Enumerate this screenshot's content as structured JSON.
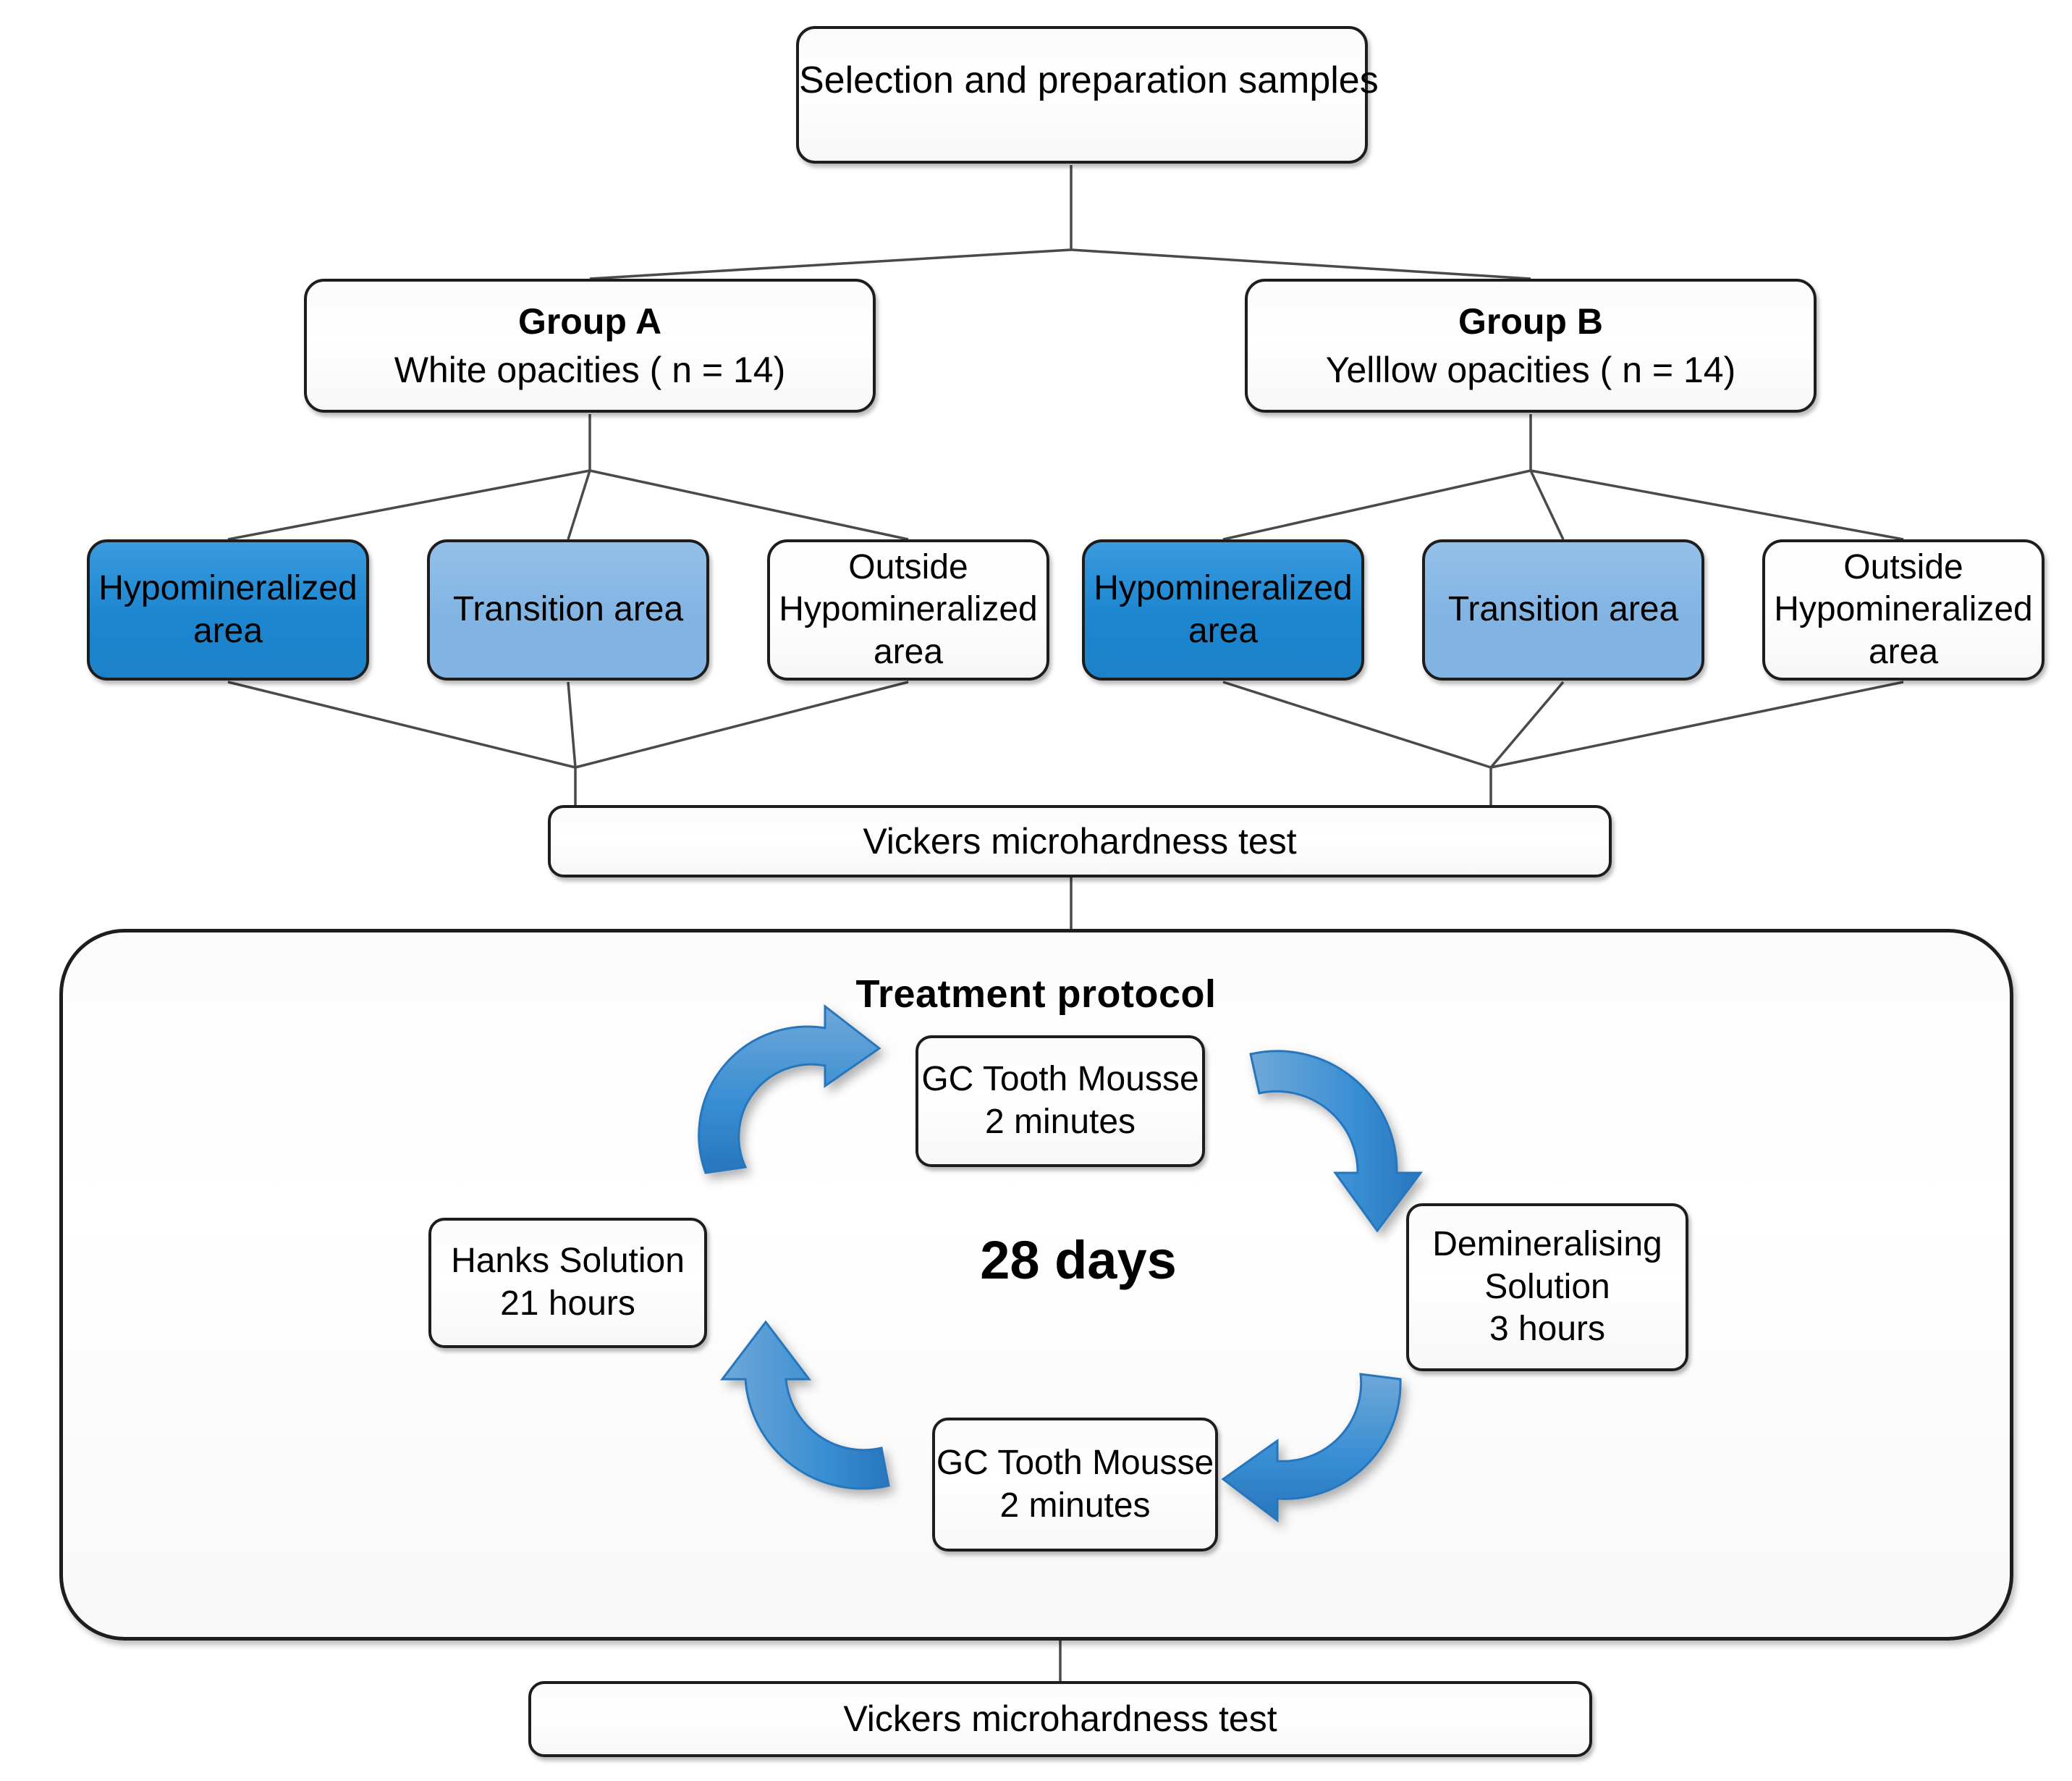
{
  "diagram": {
    "title_box": {
      "label": "Selection and preparation samples"
    },
    "groups": [
      {
        "id": "A",
        "heading": "Group A",
        "subtitle": "White opacities ( n = 14)"
      },
      {
        "id": "B",
        "heading": "Group B",
        "subtitle": "Yelllow opacities ( n = 14)"
      }
    ],
    "areas": [
      {
        "key": "hypomineralized",
        "line1": "Hypomineralized",
        "line2": "area",
        "line3": "",
        "style": "dark"
      },
      {
        "key": "transition",
        "line1": "Transition area",
        "line2": "",
        "line3": "",
        "style": "light"
      },
      {
        "key": "outside",
        "line1": "Outside",
        "line2": "Hypomineralized",
        "line3": "area",
        "style": "plain"
      }
    ],
    "vickers_top": {
      "label": "Vickers microhardness test"
    },
    "vickers_bottom": {
      "label": "Vickers microhardness test"
    },
    "protocol": {
      "title": "Treatment protocol",
      "duration": "28 days",
      "steps": [
        {
          "key": "tooth-mousse-top",
          "line1": "GC Tooth Mousse",
          "line2": "2 minutes",
          "line3": ""
        },
        {
          "key": "demineralising",
          "line1": "Demineralising",
          "line2": "Solution",
          "line3": "3 hours"
        },
        {
          "key": "tooth-mousse-bottom",
          "line1": "GC Tooth Mousse",
          "line2": "2 minutes",
          "line3": ""
        },
        {
          "key": "hanks",
          "line1": "Hanks Solution",
          "line2": "21 hours",
          "line3": ""
        }
      ]
    },
    "colors": {
      "arrow_blue": "#2f86cd",
      "arrow_blue_light": "#6fa8d8",
      "box_dark_blue": "#1c86cf",
      "box_light_blue": "#82b4e3",
      "outline": "#1d1d1d",
      "connector": "#4a4a4a"
    }
  }
}
